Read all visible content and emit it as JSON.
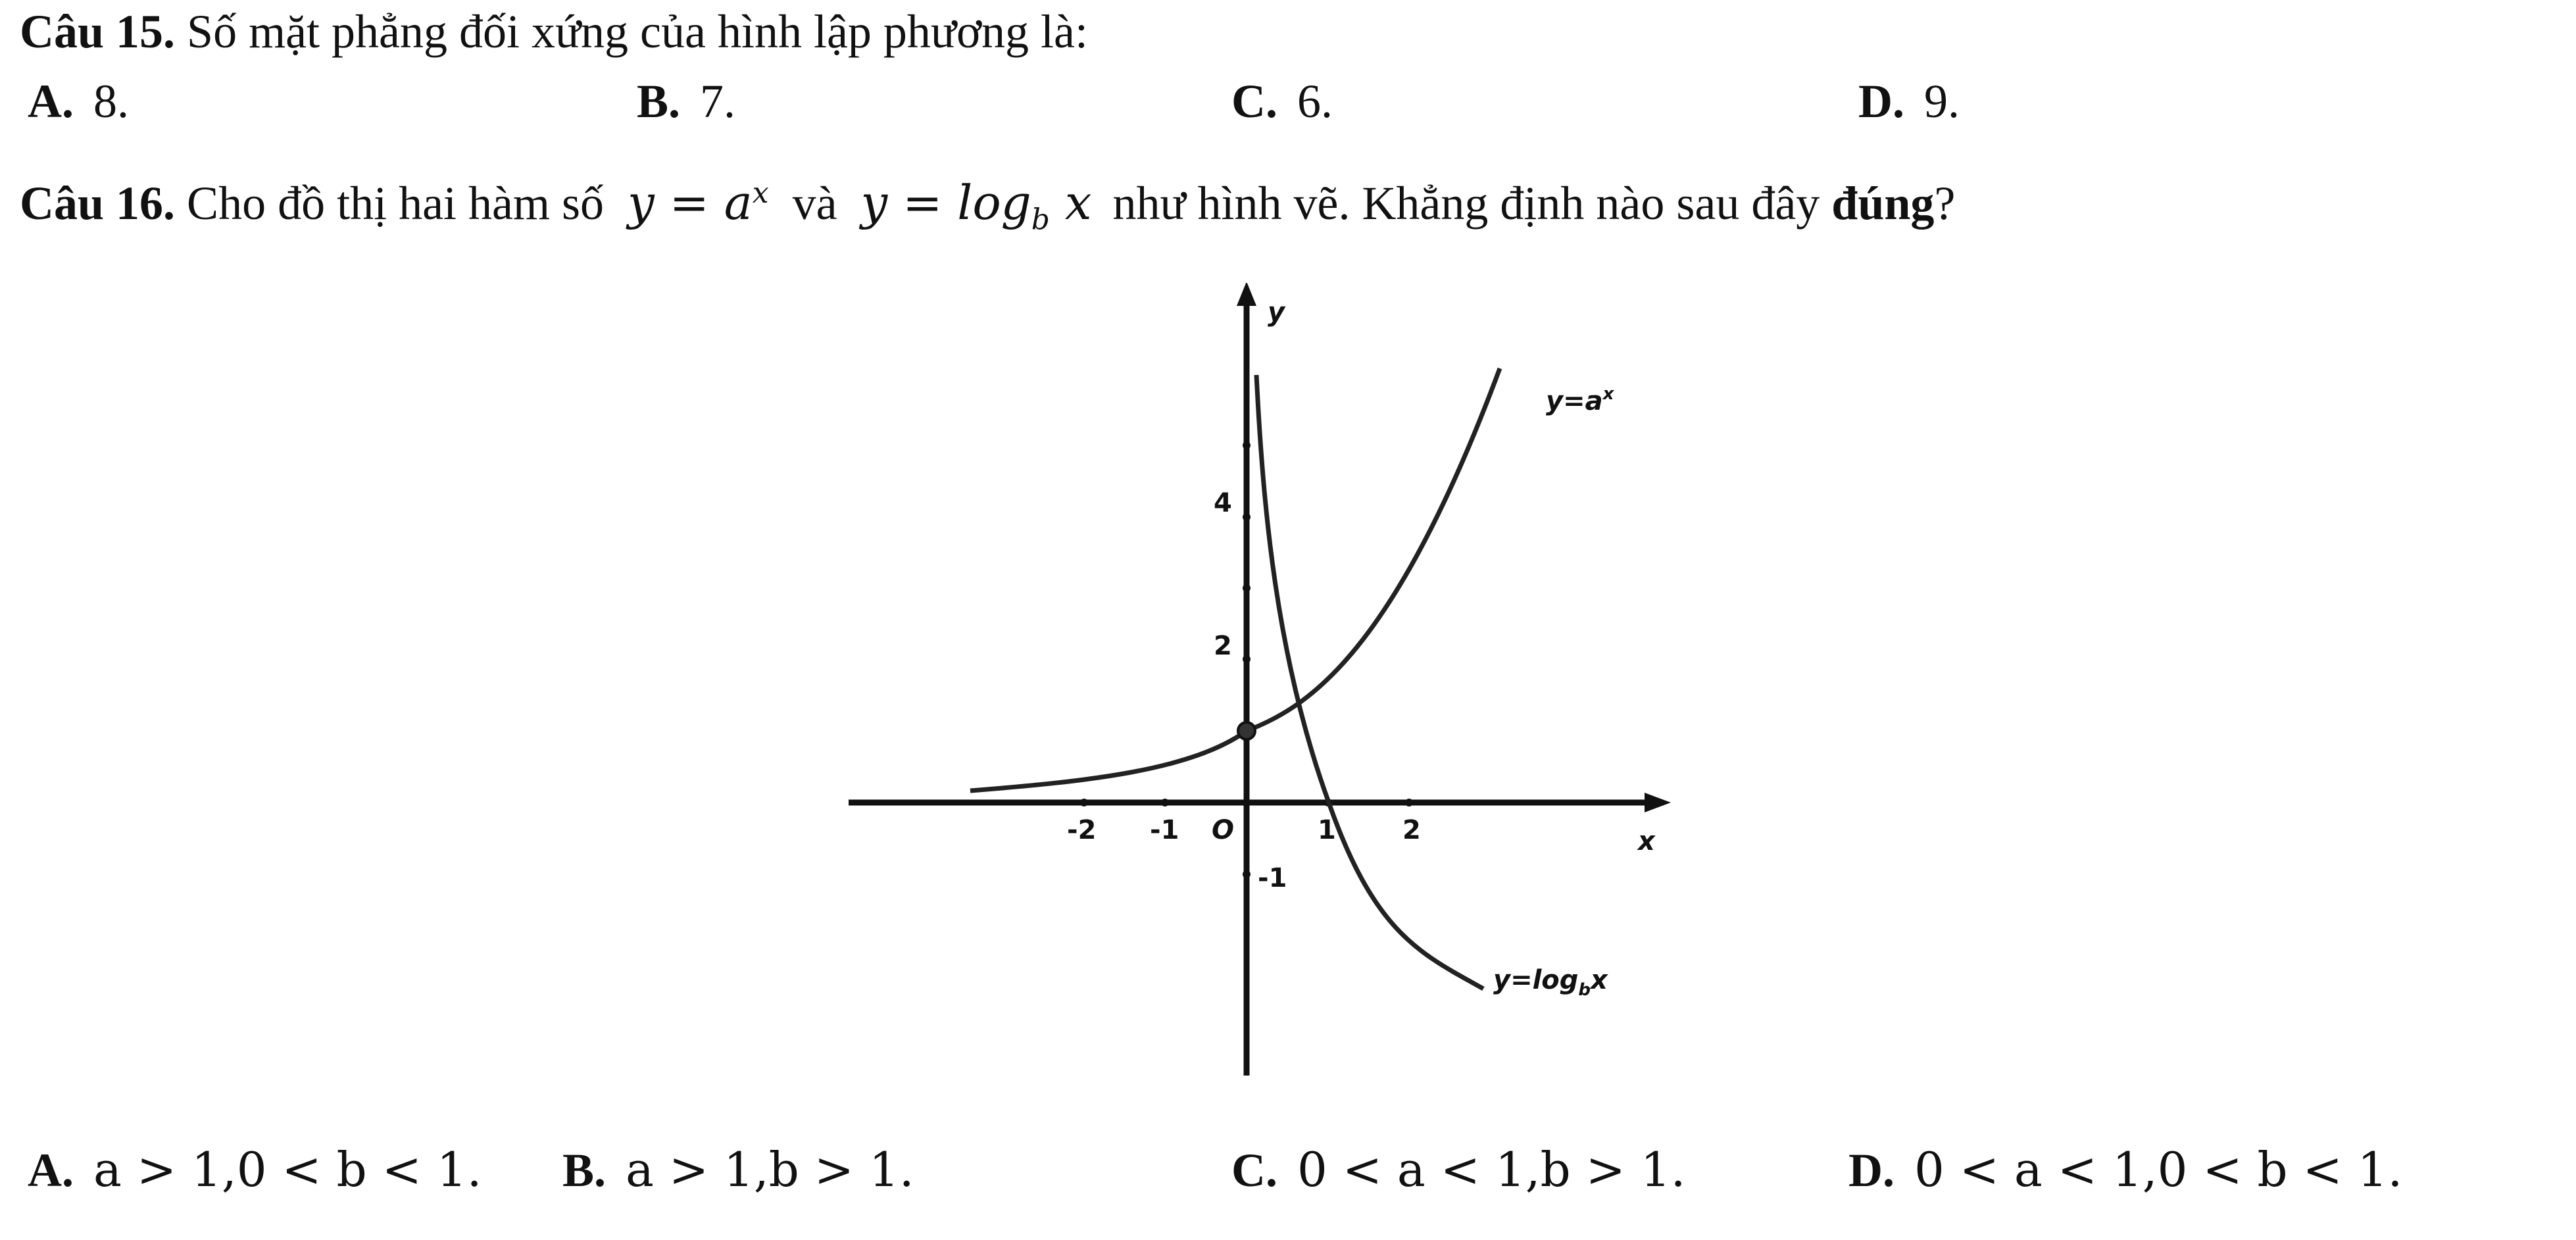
{
  "q15": {
    "number": "Câu 15.",
    "text": "Số mặt phẳng đối xứng của hình lập phương là:",
    "options": [
      {
        "label": "A.",
        "value": "8."
      },
      {
        "label": "B.",
        "value": "7."
      },
      {
        "label": "C.",
        "value": "6."
      },
      {
        "label": "D.",
        "value": "9."
      }
    ]
  },
  "q16": {
    "number": "Câu 16.",
    "text_1": "Cho đồ thị hai hàm số",
    "f1_lhs": "y = a",
    "f1_exp": "x",
    "text_2": "và",
    "f2_lhs": "y = log",
    "f2_sub": "b",
    "f2_arg": "x",
    "text_3": "như hình vẽ. Khẳng định nào sau đây",
    "emph": "đúng",
    "end": "?",
    "options": [
      {
        "label": "A.",
        "value": "a > 1,0 < b < 1."
      },
      {
        "label": "B.",
        "value": "a > 1,b > 1."
      },
      {
        "label": "C.",
        "value": "0 < a < 1,b > 1."
      },
      {
        "label": "D.",
        "value": "0 < a < 1,0 < b < 1."
      }
    ]
  },
  "graph": {
    "y_axis_label": "y",
    "x_axis_label": "x",
    "origin_label": "O",
    "x_ticks": [
      "-2",
      "-1",
      "1",
      "2"
    ],
    "y_ticks": [
      "4",
      "2",
      "-1"
    ],
    "curve_exp_label": "y=a",
    "curve_exp_sup": "x",
    "curve_log_label": "y=log",
    "curve_log_sub": "b",
    "curve_log_arg": "x"
  }
}
